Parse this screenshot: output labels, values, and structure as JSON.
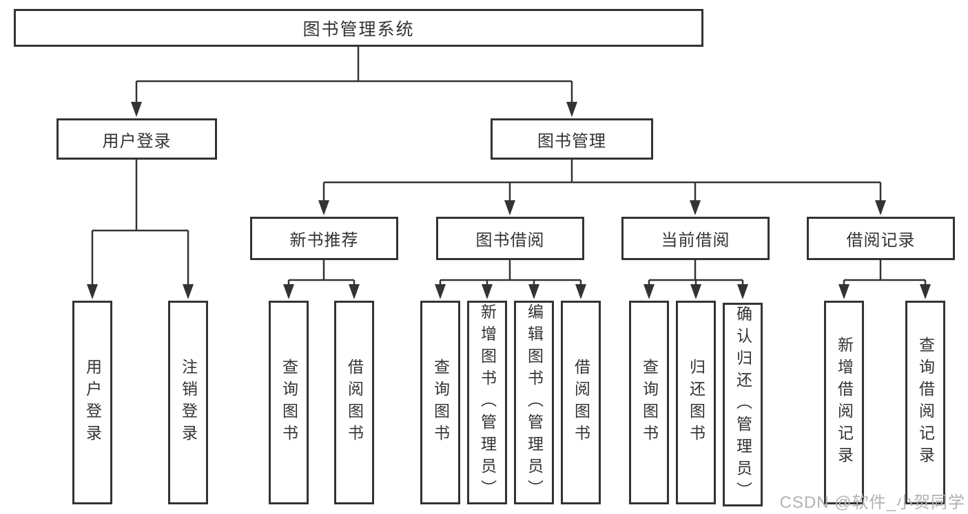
{
  "diagram": {
    "root": {
      "label": "图书管理系统"
    },
    "branches": [
      {
        "label": "用户登录",
        "children": [
          {
            "label": "用户登录"
          },
          {
            "label": "注销登录"
          }
        ]
      },
      {
        "label": "图书管理",
        "children": [
          {
            "label": "新书推荐",
            "children": [
              {
                "label": "查询图书"
              },
              {
                "label": "借阅图书"
              }
            ]
          },
          {
            "label": "图书借阅",
            "children": [
              {
                "label": "查询图书"
              },
              {
                "label": "新增图书（管理员）"
              },
              {
                "label": "编辑图书（管理员）"
              },
              {
                "label": "借阅图书"
              }
            ]
          },
          {
            "label": "当前借阅",
            "children": [
              {
                "label": "查询图书"
              },
              {
                "label": "归还图书"
              },
              {
                "label": "确认归还（管理员）"
              }
            ]
          },
          {
            "label": "借阅记录",
            "children": [
              {
                "label": "新增借阅记录"
              },
              {
                "label": "查询借阅记录"
              }
            ]
          }
        ]
      }
    ]
  },
  "watermark": {
    "text": "CSDN @软件_小贺同学"
  },
  "colors": {
    "line": "#333333",
    "box_border": "#333333",
    "box_fill": "#ffffff",
    "text": "#333333",
    "watermark": "#b2b2b2"
  }
}
